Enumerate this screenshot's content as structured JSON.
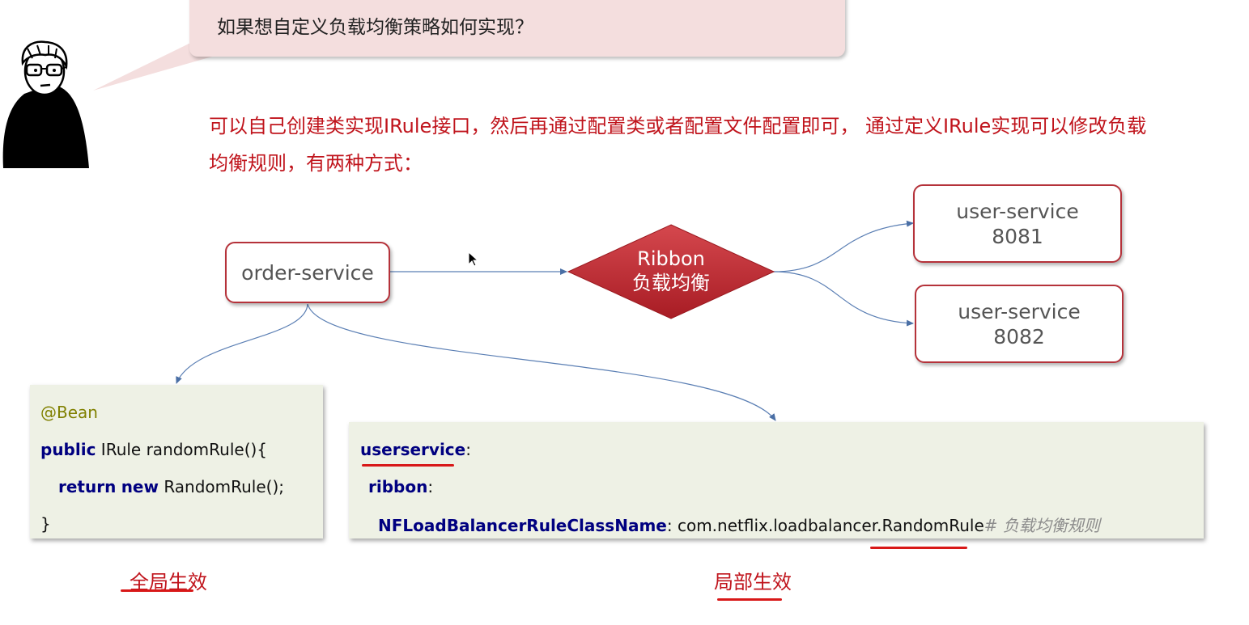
{
  "question": "如果想自定义负载均衡策略如何实现？",
  "answer": {
    "line1": "可以自己创建类实现IRule接口，然后再通过配置类或者配置文件配置即可， 通过定义IRule实现可以修改负载",
    "line2": "均衡规则，有两种方式："
  },
  "diagram": {
    "order_service": "order-service",
    "ribbon_title": "Ribbon",
    "ribbon_subtitle": "负载均衡",
    "user_services": [
      {
        "name": "user-service",
        "port": "8081"
      },
      {
        "name": "user-service",
        "port": "8082"
      }
    ]
  },
  "global_code": {
    "annotation": "@Bean",
    "kw_public": "public",
    "signature": " IRule randomRule(){",
    "kw_return": "return",
    "kw_new": "new",
    "ctor": " RandomRule();",
    "close": "}"
  },
  "local_code": {
    "key1": "userservice",
    "key2": "ribbon",
    "key3": "NFLoadBalancerRuleClassName",
    "colon": ":",
    "value": " com.netflix.loadbalancer.RandomRule",
    "comment": "# 负载均衡规则"
  },
  "labels": {
    "global": "全局生效",
    "local": "局部生效"
  }
}
